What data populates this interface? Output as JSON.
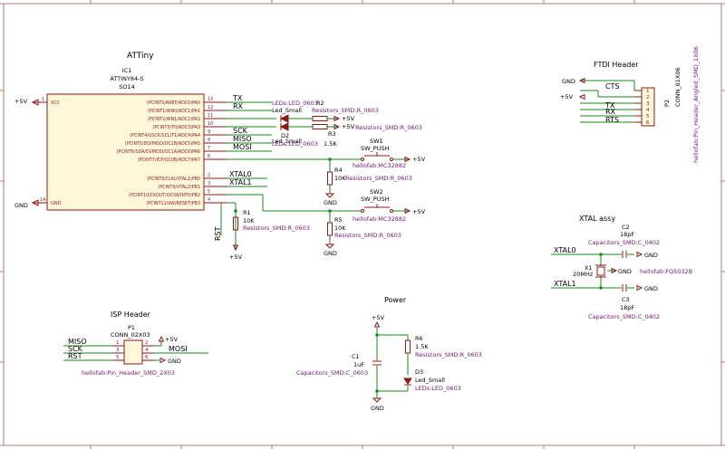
{
  "sheet": {
    "frame_color": "#b87a7a",
    "symbol_color": "#8b1a1a",
    "wire_color": "#1a8a1a",
    "label_color": "#6a1a6a",
    "text_color": "#000000",
    "power_color": "#8b1a1a",
    "tick_color": "#b87a7a"
  },
  "attiny": {
    "section_title": "ATTiny",
    "ref": "IC1",
    "value": "ATTINY84-S",
    "package": "SO14",
    "vcc_pin": "VCC",
    "gnd_pin": "GND",
    "left_pin_vcc_num": "1",
    "left_pin_gnd_num": "14",
    "pins": [
      {
        "num": "13",
        "name": "(PCINT0/AREF/ADC0)PA0"
      },
      {
        "num": "12",
        "name": "(PCINT1/AIN0/ADC1)PA1"
      },
      {
        "num": "11",
        "name": "(PCINT2/AIN1/ADC2)PA2"
      },
      {
        "num": "10",
        "name": "(PCINT3/T0/ADC3)PA3"
      },
      {
        "num": "9",
        "name": "(PCINT4/USCK/SCL/T1/ADC4)PA4"
      },
      {
        "num": "8",
        "name": "(PCINT5/DO/MISO/OC1B/ADC5)PA5"
      },
      {
        "num": "7",
        "name": "(PCINT6/SDA/DI/MOSI/OC1A/ADC6)PA6"
      },
      {
        "num": "6",
        "name": "(PCINT7/ICP/OC0B/ADC7)PA7"
      },
      {
        "num": "2",
        "name": "(PCINT8/CLKI/XTAL1)PB0"
      },
      {
        "num": "3",
        "name": "(PCINT9/XTAL2)PB1"
      },
      {
        "num": "5",
        "name": "(PCINT10/CKOUT/OC0A/INT0)PB2"
      },
      {
        "num": "4",
        "name": "(PCINT11/dW/RESET)PB3"
      }
    ],
    "net_labels": [
      "TX",
      "RX",
      "SCK",
      "MISO",
      "MOSI",
      "XTAL0",
      "XTAL1",
      "RST"
    ],
    "vcc_power": "+5V",
    "gnd_power": "GND"
  },
  "leds": {
    "led1_ref": "LEDs:LED_0603",
    "led1_name": "R2",
    "led1_small": "Led_Small",
    "led2_ref": "D2",
    "led2_small": "Led_Small",
    "led2_footprint": "LEDs:LED_0603",
    "r2_footprint": "Resistors_SMD:R_0603",
    "r3_ref": "R3",
    "r3_value": "1.5K",
    "r3_footprint": "Resistors_SMD:R_0603",
    "supply": "+5V"
  },
  "switches": {
    "sw1_ref": "SW1",
    "sw1_type": "SW_PUSH",
    "sw1_footprint": "hellofab:MC32882",
    "sw2_ref": "SW2",
    "sw2_type": "SW_PUSH",
    "sw2_footprint": "hellofab:MC32882",
    "r4_ref": "R4",
    "r4_value": "10K",
    "r4_footprint": "Resistors_SMD:R_0603",
    "r5_ref": "R5",
    "r5_value": "10K",
    "r5_footprint": "Resistors_SMD:R_0603",
    "supply": "+5V",
    "gnd": "GND"
  },
  "reset": {
    "r1_ref": "R1",
    "r1_value": "10K",
    "r1_footprint": "Resistors_SMD:R_0603",
    "supply": "+5V"
  },
  "ftdi": {
    "section_title": "FTDI Header",
    "ref": "P2",
    "value": "CONN_01X06",
    "footprint": "hellofab:Pin_Header_Angled_SMD_1X06",
    "pins": [
      "1",
      "2",
      "3",
      "4",
      "5",
      "6"
    ],
    "nets": [
      "CTS",
      "TX",
      "RX",
      "RTS"
    ],
    "gnd": "GND",
    "supply": "+5V"
  },
  "xtal": {
    "section_title": "XTAL assy",
    "c2_ref": "C2",
    "c2_value": "18pF",
    "c2_footprint": "Capacitors_SMD:C_0402",
    "c3_ref": "C3",
    "c3_value": "18pF",
    "c3_footprint": "Capacitors_SMD:C_0402",
    "x1_ref": "X1",
    "x1_value": "20MHz",
    "x1_footprint": "hellofab:FQ5032B",
    "net0": "XTAL0",
    "net1": "XTAL1",
    "gnd": "GND"
  },
  "isp": {
    "section_title": "ISP Header",
    "ref": "P1",
    "value": "CONN_02X03",
    "footprint": "hellofab:Pin_Header_SMD_2X03",
    "pin_nums_left": [
      "1",
      "3",
      "5"
    ],
    "pin_nums_right": [
      "2",
      "4",
      "6"
    ],
    "nets_left": [
      "MISO",
      "SCK",
      "RST"
    ],
    "net_right": "MOSI",
    "supply": "+5V",
    "gnd": "GND"
  },
  "power": {
    "section_title": "Power",
    "supply": "+5V",
    "c1_ref": "C1",
    "c1_value": "1uF",
    "c1_footprint": "Capacitors_SMD:C_0603",
    "r6_ref": "R6",
    "r6_value": "1.5K",
    "r6_footprint": "Resistors_SMD:R_0603",
    "d3_ref": "D3",
    "d3_value": "Led_Small",
    "d3_footprint": "LEDs:LED_0603",
    "gnd": "GND"
  }
}
